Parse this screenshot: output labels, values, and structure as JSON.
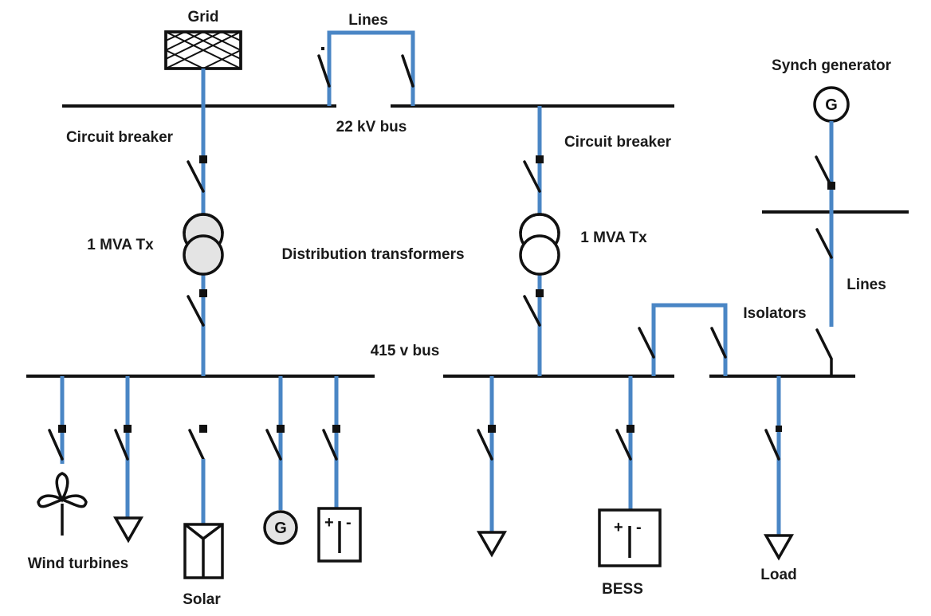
{
  "labels": {
    "grid": "Grid",
    "lines_top": "Lines",
    "synch_generator": "Synch generator",
    "bus_22kv": "22 kV bus",
    "circuit_breaker_left": "Circuit breaker",
    "circuit_breaker_right": "Circuit breaker",
    "tx_left": "1 MVA Tx",
    "tx_right": "1 MVA Tx",
    "distribution_transformers": "Distribution transformers",
    "lines_right": "Lines",
    "isolators": "Isolators",
    "bus_415v": "415 v bus",
    "wind_turbines": "Wind turbines",
    "solar": "Solar",
    "bess": "BESS",
    "load": "Load"
  },
  "symbols": {
    "generator_letter": "G",
    "battery_plus": "+",
    "battery_minus": "-"
  },
  "colors": {
    "feeder": "#4a86c5",
    "bus": "#111111",
    "background": "#ffffff"
  }
}
